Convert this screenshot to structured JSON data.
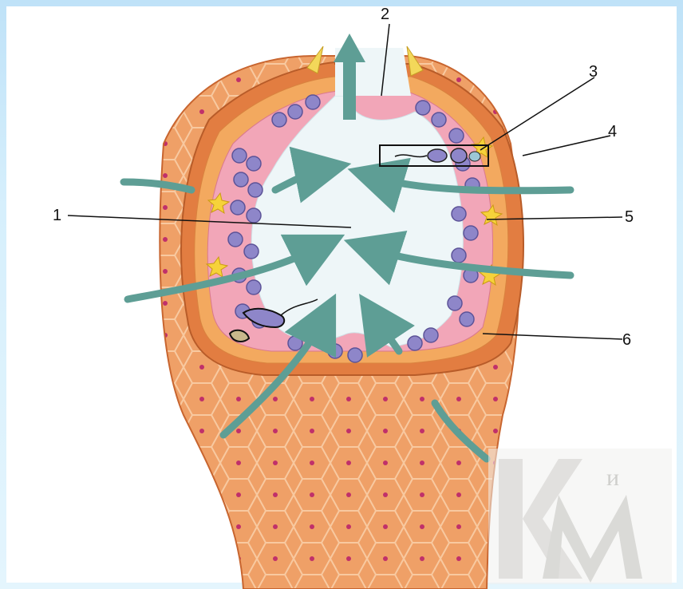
{
  "callouts": {
    "c1": "1",
    "c2": "2",
    "c3": "3",
    "c4": "4",
    "c5": "5",
    "c6": "6"
  },
  "watermark": {
    "text": "КиМ"
  },
  "colors": {
    "sky": "#cfe9fa",
    "outer_tissue": "#e98a4f",
    "lumen": "#eef6f8",
    "spermatogonia": "#8e86c9",
    "sertoli": "#f0a6b8",
    "arrow": "#5e9e95"
  }
}
